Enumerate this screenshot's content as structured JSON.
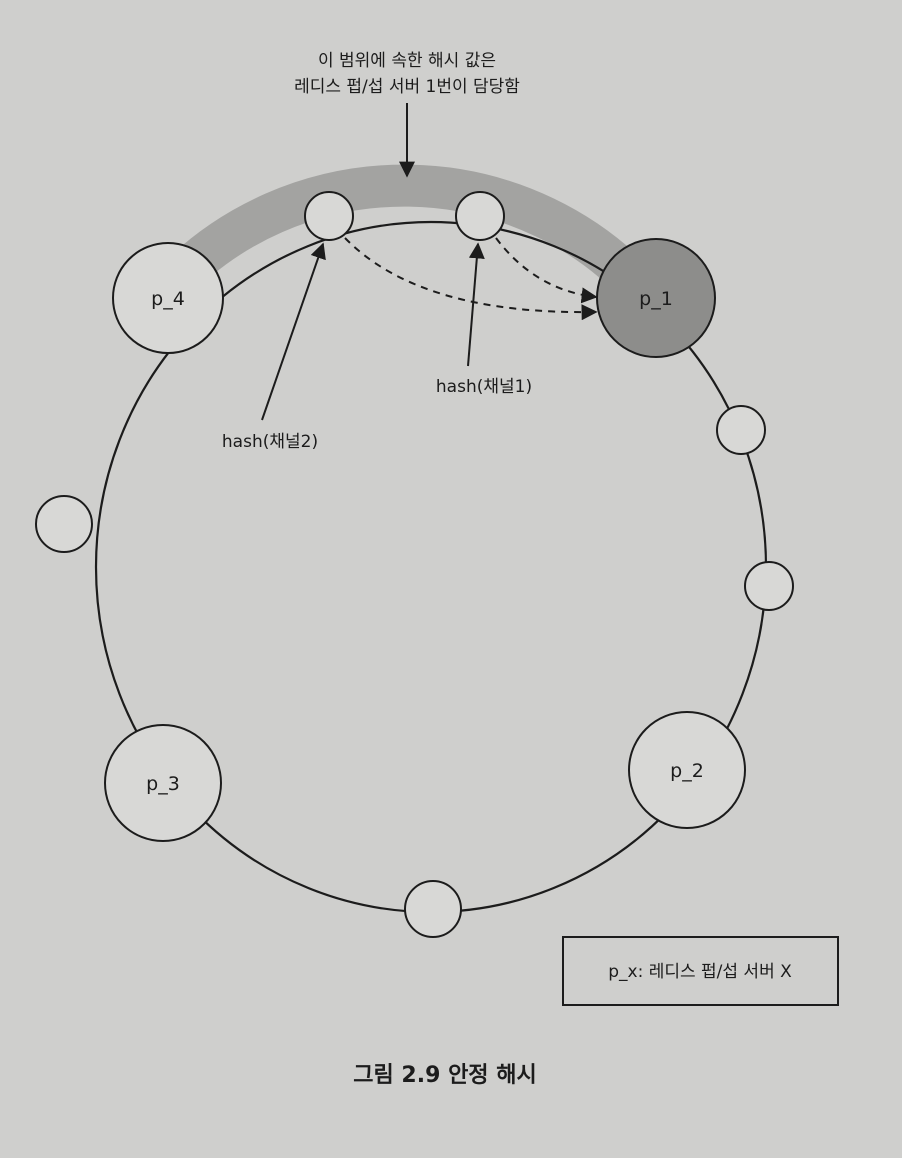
{
  "diagram": {
    "callout": {
      "line1": "이 범위에 속한 해시 값은",
      "line2": "레디스 펍/섭 서버 1번이 담당함"
    },
    "servers": [
      {
        "id": "p1",
        "label": "p_1",
        "filled": true
      },
      {
        "id": "p2",
        "label": "p_2",
        "filled": false
      },
      {
        "id": "p3",
        "label": "p_3",
        "filled": false
      },
      {
        "id": "p4",
        "label": "p_4",
        "filled": false
      }
    ],
    "hash_labels": {
      "channel1": "hash(채널1)",
      "channel2": "hash(채널2)"
    },
    "legend": "p_x: 레디스 펍/섭 서버 X",
    "caption": "그림 2.9 안정 해시"
  },
  "colors": {
    "paper": "#cfcfcd",
    "ink": "#1c1c1c",
    "range_band": "#a3a3a1",
    "server_fill": "#d8d8d6",
    "active_server_fill": "#8d8d8b"
  }
}
